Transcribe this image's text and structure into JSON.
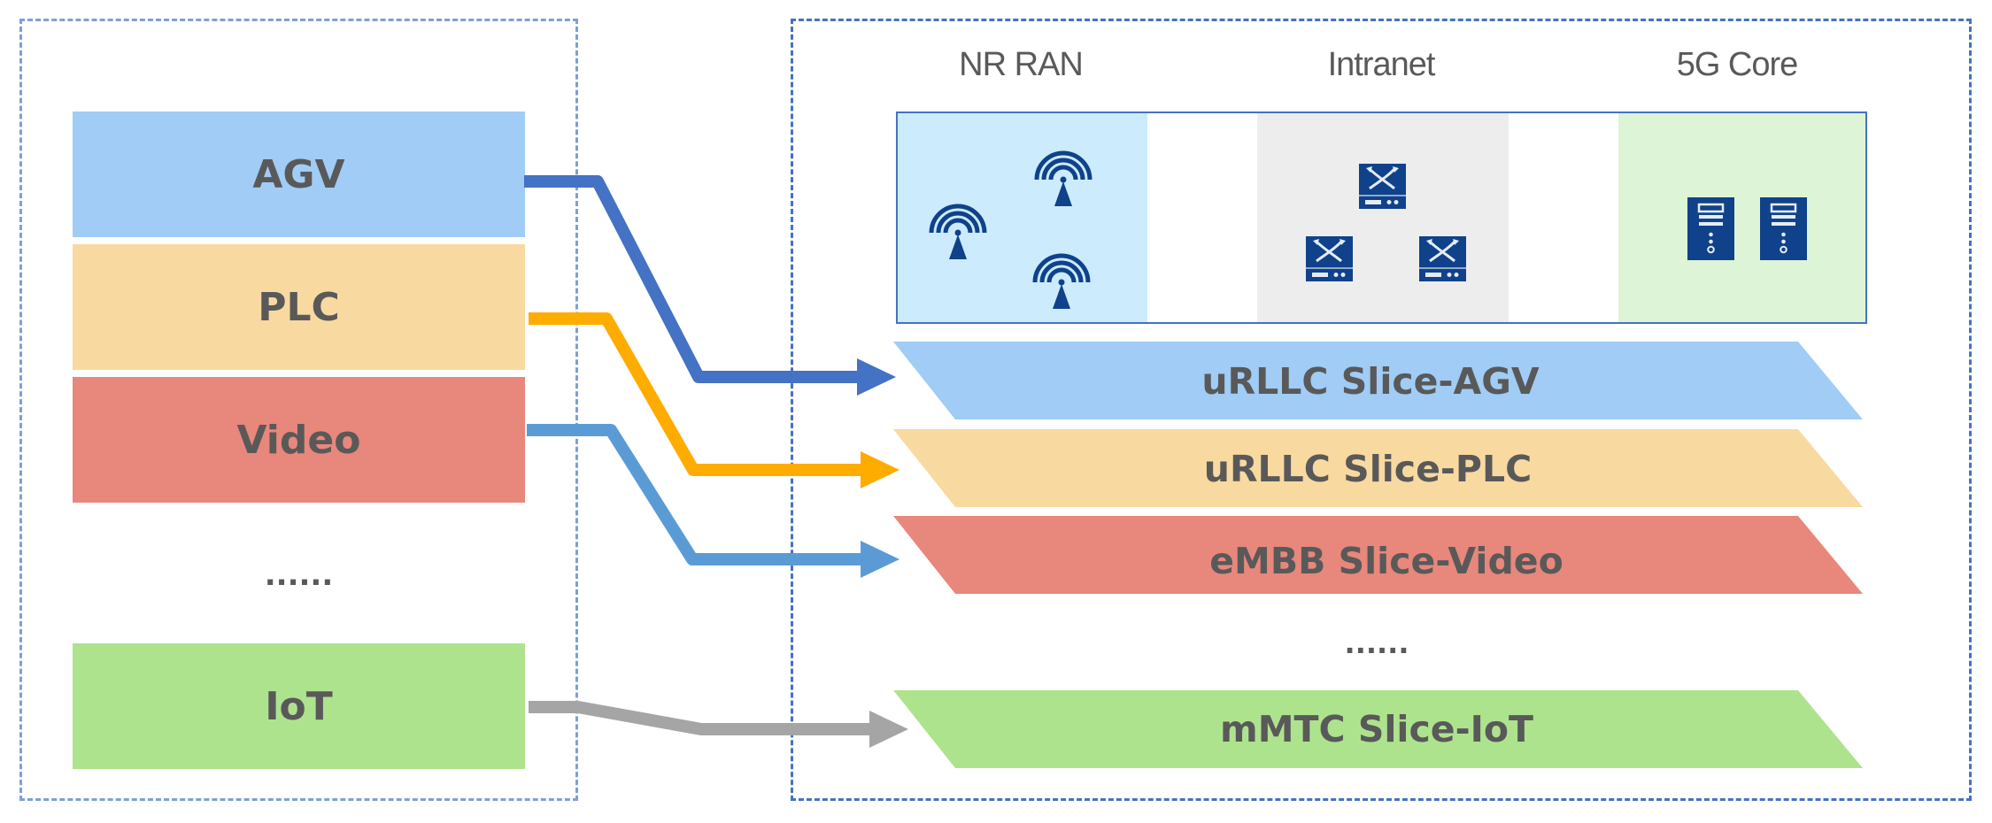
{
  "colors": {
    "text": "#595959",
    "left_border": "#7F9FD6",
    "right_border": "#4472C4",
    "icon": "#0F428A",
    "nr_ran_bg": "#CCEBFD",
    "intranet_bg": "#EDEDED",
    "core_bg": "#DDF5D6"
  },
  "services": [
    {
      "label": "AGV",
      "color": "#A0CCF5"
    },
    {
      "label": "PLC",
      "color": "#F8D9A0"
    },
    {
      "label": "Video",
      "color": "#E8877B"
    },
    {
      "label": "IoT",
      "color": "#AEE38E"
    }
  ],
  "services_ellipsis": "......",
  "network": {
    "columns": [
      {
        "label": "NR RAN",
        "icon": "antenna-icon",
        "icon_count": 3
      },
      {
        "label": "Intranet",
        "icon": "switch-icon",
        "icon_count": 3
      },
      {
        "label": "5G Core",
        "icon": "server-icon",
        "icon_count": 2
      }
    ]
  },
  "slices": [
    {
      "label": "uRLLC Slice-AGV",
      "color": "#A0CCF5"
    },
    {
      "label": "uRLLC Slice-PLC",
      "color": "#F8D9A0"
    },
    {
      "label": "eMBB Slice-Video",
      "color": "#E8877B"
    },
    {
      "label": "mMTC Slice-IoT",
      "color": "#AEE38E"
    }
  ],
  "slices_ellipsis": "......",
  "connections": [
    {
      "from": "AGV",
      "to": "uRLLC Slice-AGV",
      "color": "#4472C4"
    },
    {
      "from": "PLC",
      "to": "uRLLC Slice-PLC",
      "color": "#FFAC00"
    },
    {
      "from": "Video",
      "to": "eMBB Slice-Video",
      "color": "#5B9BD5"
    },
    {
      "from": "IoT",
      "to": "mMTC Slice-IoT",
      "color": "#A5A5A5"
    }
  ]
}
